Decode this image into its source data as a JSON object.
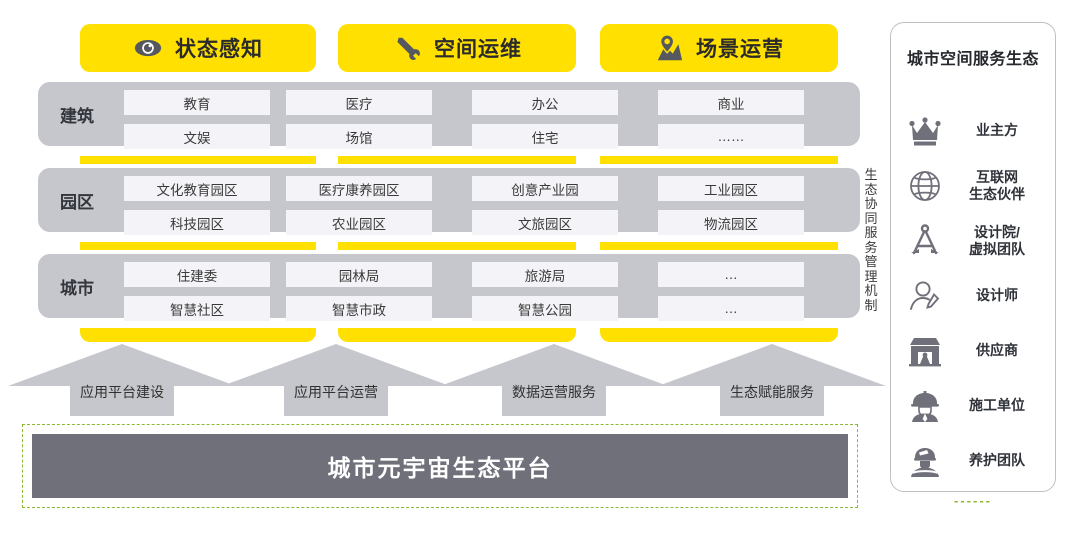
{
  "header": {
    "tabs": [
      {
        "label": "状态感知",
        "icon": "eye-icon"
      },
      {
        "label": "空间运维",
        "icon": "wrench-screwdriver-icon"
      },
      {
        "label": "场景运营",
        "icon": "map-pin-icon"
      }
    ]
  },
  "rows": [
    {
      "label": "建筑",
      "cells_top": [
        "教育",
        "医疗",
        "办公",
        "商业"
      ],
      "cells_bottom": [
        "文娱",
        "场馆",
        "住宅",
        "……"
      ]
    },
    {
      "label": "园区",
      "cells_top": [
        "文化教育园区",
        "医疗康养园区",
        "创意产业园",
        "工业园区"
      ],
      "cells_bottom": [
        "科技园区",
        "农业园区",
        "文旅园区",
        "物流园区"
      ]
    },
    {
      "label": "城市",
      "cells_top": [
        "住建委",
        "园林局",
        "旅游局",
        "…"
      ],
      "cells_bottom": [
        "智慧社区",
        "智慧市政",
        "智慧公园",
        "…"
      ]
    }
  ],
  "services": [
    {
      "label": "应用平台建设"
    },
    {
      "label": "应用平台运营"
    },
    {
      "label": "数据运营服务"
    },
    {
      "label": "生态赋能服务"
    }
  ],
  "platform": {
    "label": "城市元宇宙生态平台"
  },
  "mechanism": {
    "chars": [
      "生",
      "态",
      "协",
      "同",
      "服",
      "务",
      "管",
      "理",
      "机",
      "制"
    ]
  },
  "panel": {
    "title": "城市空间服务生态",
    "items": [
      {
        "label": "业主方",
        "icon": "crown-icon"
      },
      {
        "label": "互联网\n生态伙伴",
        "icon": "globe-icon"
      },
      {
        "label": "设计院/\n虚拟团队",
        "icon": "compass-icon"
      },
      {
        "label": "设计师",
        "icon": "person-pen-icon"
      },
      {
        "label": "供应商",
        "icon": "shop-icon"
      },
      {
        "label": "施工单位",
        "icon": "worker-helmet-icon"
      },
      {
        "label": "养护团队",
        "icon": "maintenance-worker-icon"
      }
    ],
    "dots": "------"
  },
  "colors": {
    "accent_yellow": "#FFE000",
    "band_grey": "#C6C7CD",
    "cell_grey": "#F4F4F8",
    "platform_grey": "#6F707A",
    "dash_green": "#8CB832",
    "icon_grey": "#6F707A"
  }
}
